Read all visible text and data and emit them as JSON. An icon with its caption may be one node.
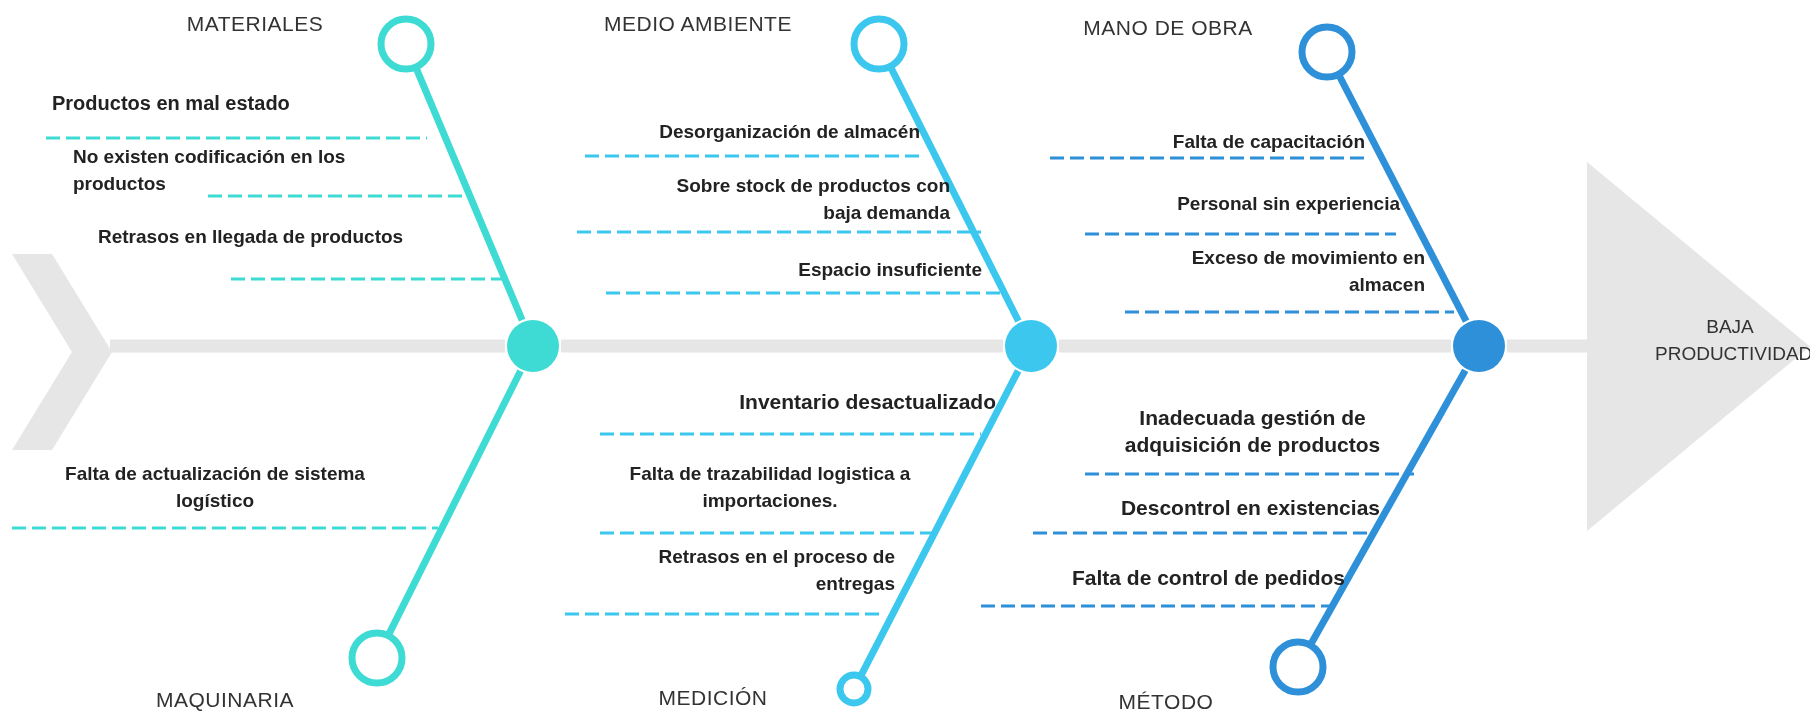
{
  "diagram": {
    "nodes": [
      {
        "text": [
          "MATERIALES"
        ]
      },
      {
        "text": [
          "MEDIO AMBIENTE"
        ]
      },
      {
        "text": [
          "MANO DE OBRA"
        ]
      },
      {
        "text": [],
        "shape": "chevron"
      },
      {
        "text": [],
        "shape": "circle"
      },
      {
        "text": [],
        "shape": "circle"
      },
      {
        "text": [],
        "shape": "circle"
      },
      {
        "text": [
          "BAJA PRODUCTIVIDAD"
        ]
      },
      {
        "text": [
          "MAQUINARIA"
        ]
      },
      {
        "text": [
          "MEDICIÓN"
        ]
      },
      {
        "text": [
          "MÉTODO"
        ]
      }
    ],
    "edges": [
      {
        "from": 0,
        "to": 4,
        "arrow": "none",
        "color": "#3ddbd3"
      },
      {
        "from": 8,
        "to": 4,
        "arrow": "none",
        "color": "#3ddbd3"
      },
      {
        "from": 1,
        "to": 5,
        "arrow": "none",
        "color": "#3cc8ee"
      },
      {
        "from": 9,
        "to": 5,
        "arrow": "none",
        "color": "#3cc8ee"
      },
      {
        "from": 2,
        "to": 6,
        "arrow": "none",
        "color": "#2e90d8"
      },
      {
        "from": 10,
        "to": 6,
        "arrow": "none",
        "color": "#2e90d8"
      },
      {
        "from": 3,
        "to": 4,
        "arrow": "none",
        "style": "thick",
        "color": "#e6e6e6"
      },
      {
        "from": 4,
        "to": 5,
        "arrow": "none",
        "style": "thick",
        "color": "#e6e6e6"
      },
      {
        "from": 5,
        "to": 6,
        "arrow": "none",
        "style": "thick",
        "color": "#e6e6e6"
      },
      {
        "from": 6,
        "to": 7,
        "arrow": "none",
        "style": "thick",
        "color": "#e6e6e6"
      }
    ],
    "labels": [
      "Productos en mal estado",
      "Desorganización de  almacén",
      "Falta de capacitación",
      "No existen codificación en los productos",
      "Sobre stock de productos con baja demanda",
      "Personal sin experiencia",
      "Retrasos en llegada de productos",
      "Espacio insuficiente",
      "Exceso de movimiento en almacen",
      "Inventario desactualizado",
      "Inadecuada gestión de adquisición de productos",
      "Falta de actualización de sistema logístico",
      "Falta de trazabilidad logistica a importaciones.",
      "Descontrol en existencias",
      "Retrasos  en el proceso de entregas",
      "Falta de control de pedidos"
    ]
  }
}
